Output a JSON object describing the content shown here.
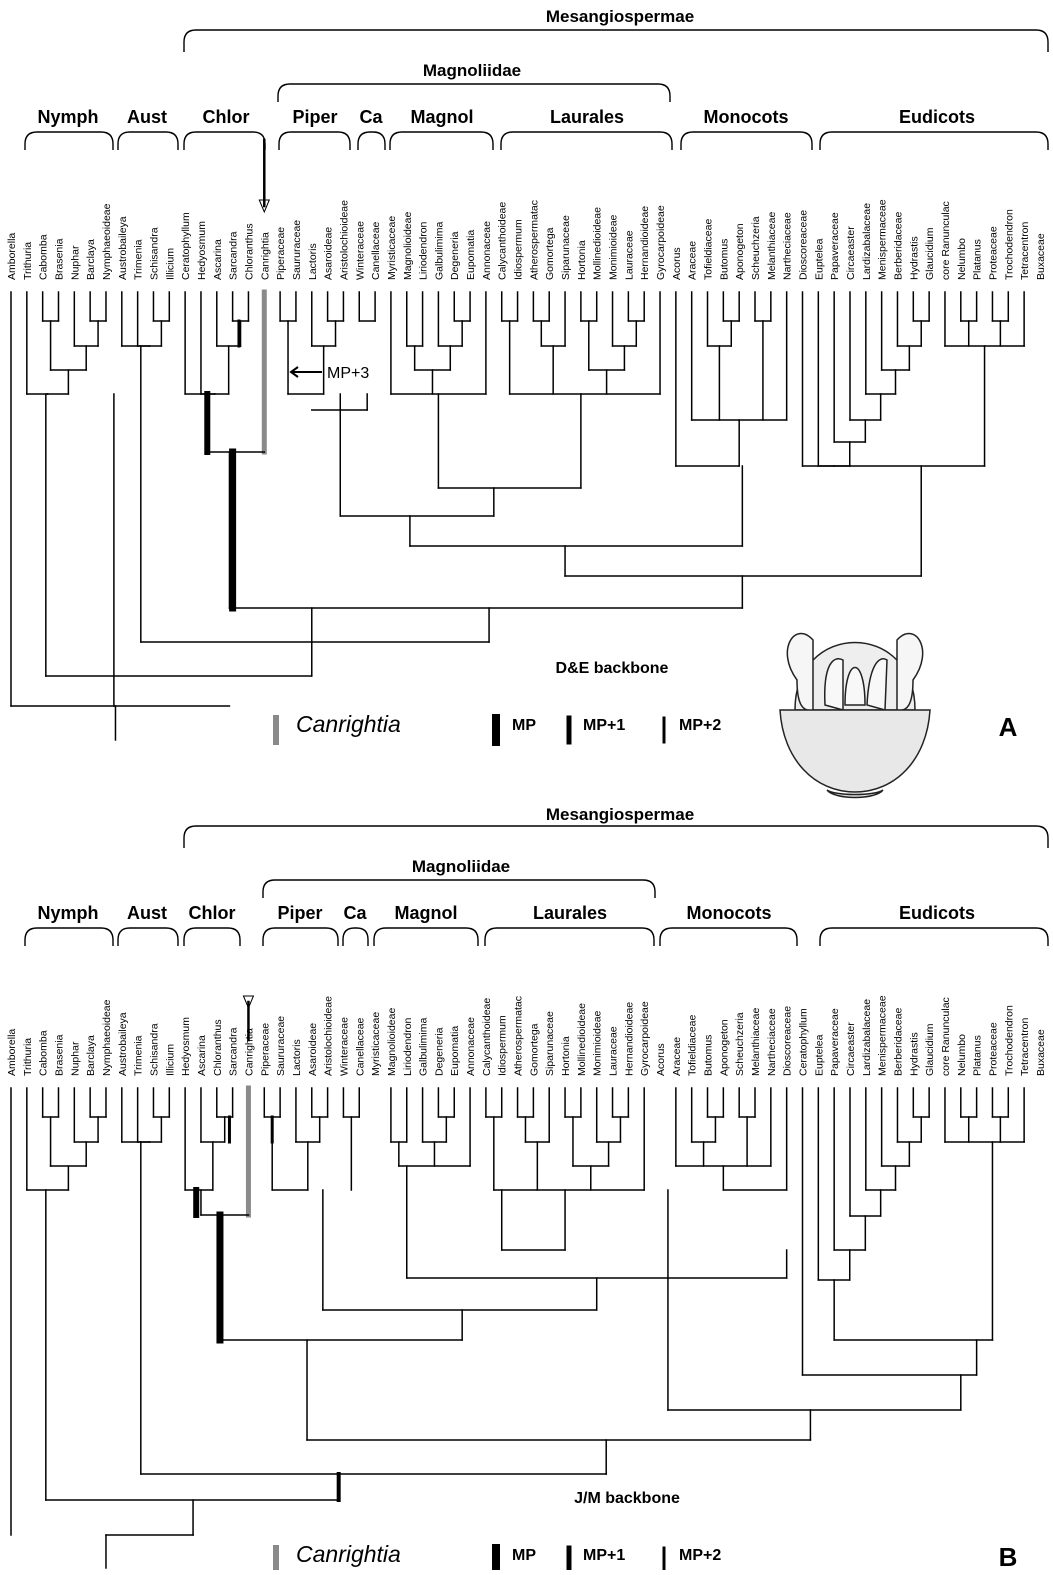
{
  "panels": [
    {
      "letter": "A",
      "backbone": "D&E backbone",
      "supergroup": "Mesangiospermae",
      "subgroup": "Magnoliidae",
      "groups": [
        "Nymph",
        "Aust",
        "Chlor",
        "Piper",
        "Ca",
        "Magnol",
        "Laurales",
        "Monocots",
        "Eudicots"
      ],
      "taxa": [
        "Amborella",
        "Trithuria",
        "Cabomba",
        "Brasenia",
        "Nuphar",
        "Barclaya",
        "Nymphaeoideae",
        "Austrobaileya",
        "Trimenia",
        "Schisandra",
        "Illicium",
        "Ceratophyllum",
        "Hedyosmum",
        "Ascarina",
        "Sarcandra",
        "Chloranthus",
        "Canrightia",
        "Piperaceae",
        "Saururaceae",
        "Lactoris",
        "Asaroideae",
        "Aristolochioideae",
        "Winteraceae",
        "Canellaceae",
        "Myristicaceae",
        "Magnolioideae",
        "Liriodendron",
        "Galbulimima",
        "Degeneria",
        "Eupomatia",
        "Annonaceae",
        "Calycanthoideae",
        "Idiospermum",
        "Atherospermatac",
        "Gomortega",
        "Siparunaceae",
        "Hortonia",
        "Mollinedioideae",
        "Monimioideae",
        "Lauraceae",
        "Hernandioideae",
        "Gyrocarpoideae",
        "Acorus",
        "Araceae",
        "Tofieldiaceae",
        "Butomus",
        "Aponogeton",
        "Scheuchzeria",
        "Melanthiaceae",
        "Nartheciaceae",
        "Dioscoreaceae",
        "Eupteleа",
        "Papaveraceae",
        "Circaeaster",
        "Lardizabalaceae",
        "Menispermaceae",
        "Berberidaceae",
        "Hydrastis",
        "Glaucidium",
        "core Ranunculac",
        "Nelumbo",
        "Platanus",
        "Proteaceae",
        "Trochodendron",
        "Tetracentron",
        "Buxaceae"
      ],
      "annotation": "MP+3"
    },
    {
      "letter": "B",
      "backbone": "J/M backbone",
      "supergroup": "Mesangiospermae",
      "subgroup": "Magnoliidae",
      "groups": [
        "Nymph",
        "Aust",
        "Chlor",
        "Piper",
        "Ca",
        "Magnol",
        "Laurales",
        "Monocots",
        "Eudicots"
      ],
      "taxa": [
        "Amborella",
        "Trithuria",
        "Cabomba",
        "Brasenia",
        "Nuphar",
        "Barclaya",
        "Nymphaeoideae",
        "Austrobaileya",
        "Trimenia",
        "Schisandra",
        "Illicium",
        "Hedyosmum",
        "Ascarina",
        "Chloranthus",
        "Sarcandra",
        "Canrightia",
        "Piperaceae",
        "Saururaceae",
        "Lactoris",
        "Asaroideae",
        "Aristolochioideae",
        "Winteraceae",
        "Canellaceae",
        "Myristicaceae",
        "Magnolioideae",
        "Liriodendron",
        "Galbulimima",
        "Degeneria",
        "Eupomatia",
        "Annonaceae",
        "Calycanthoideae",
        "Idiospermum",
        "Atherospermatac",
        "Gomortega",
        "Siparunaceae",
        "Hortonia",
        "Mollinedioideae",
        "Monimioideae",
        "Lauraceae",
        "Hernandioideae",
        "Gyrocarpoideae",
        "Acorus",
        "Araceae",
        "Tofieldiaceae",
        "Butomus",
        "Aponogeton",
        "Scheuchzeria",
        "Melanthiaceae",
        "Nartheciaceae",
        "Dioscoreaceae",
        "Ceratophyllum",
        "Euptelea",
        "Papaveraceae",
        "Circaeaster",
        "Lardizabalaceae",
        "Menispermaceae",
        "Berberidaceae",
        "Hydrastis",
        "Glaucidium",
        "core Ranunculac",
        "Nelumbo",
        "Platanus",
        "Proteaceae",
        "Trochodendron",
        "Tetracentron",
        "Buxaceae"
      ],
      "annotation": ""
    }
  ],
  "legend": {
    "genus": "Canrightia",
    "mp": "MP",
    "mp1": "MP+1",
    "mp2": "MP+2"
  },
  "colors": {
    "line": "#000000",
    "canrightia": "#8a8a8a"
  }
}
